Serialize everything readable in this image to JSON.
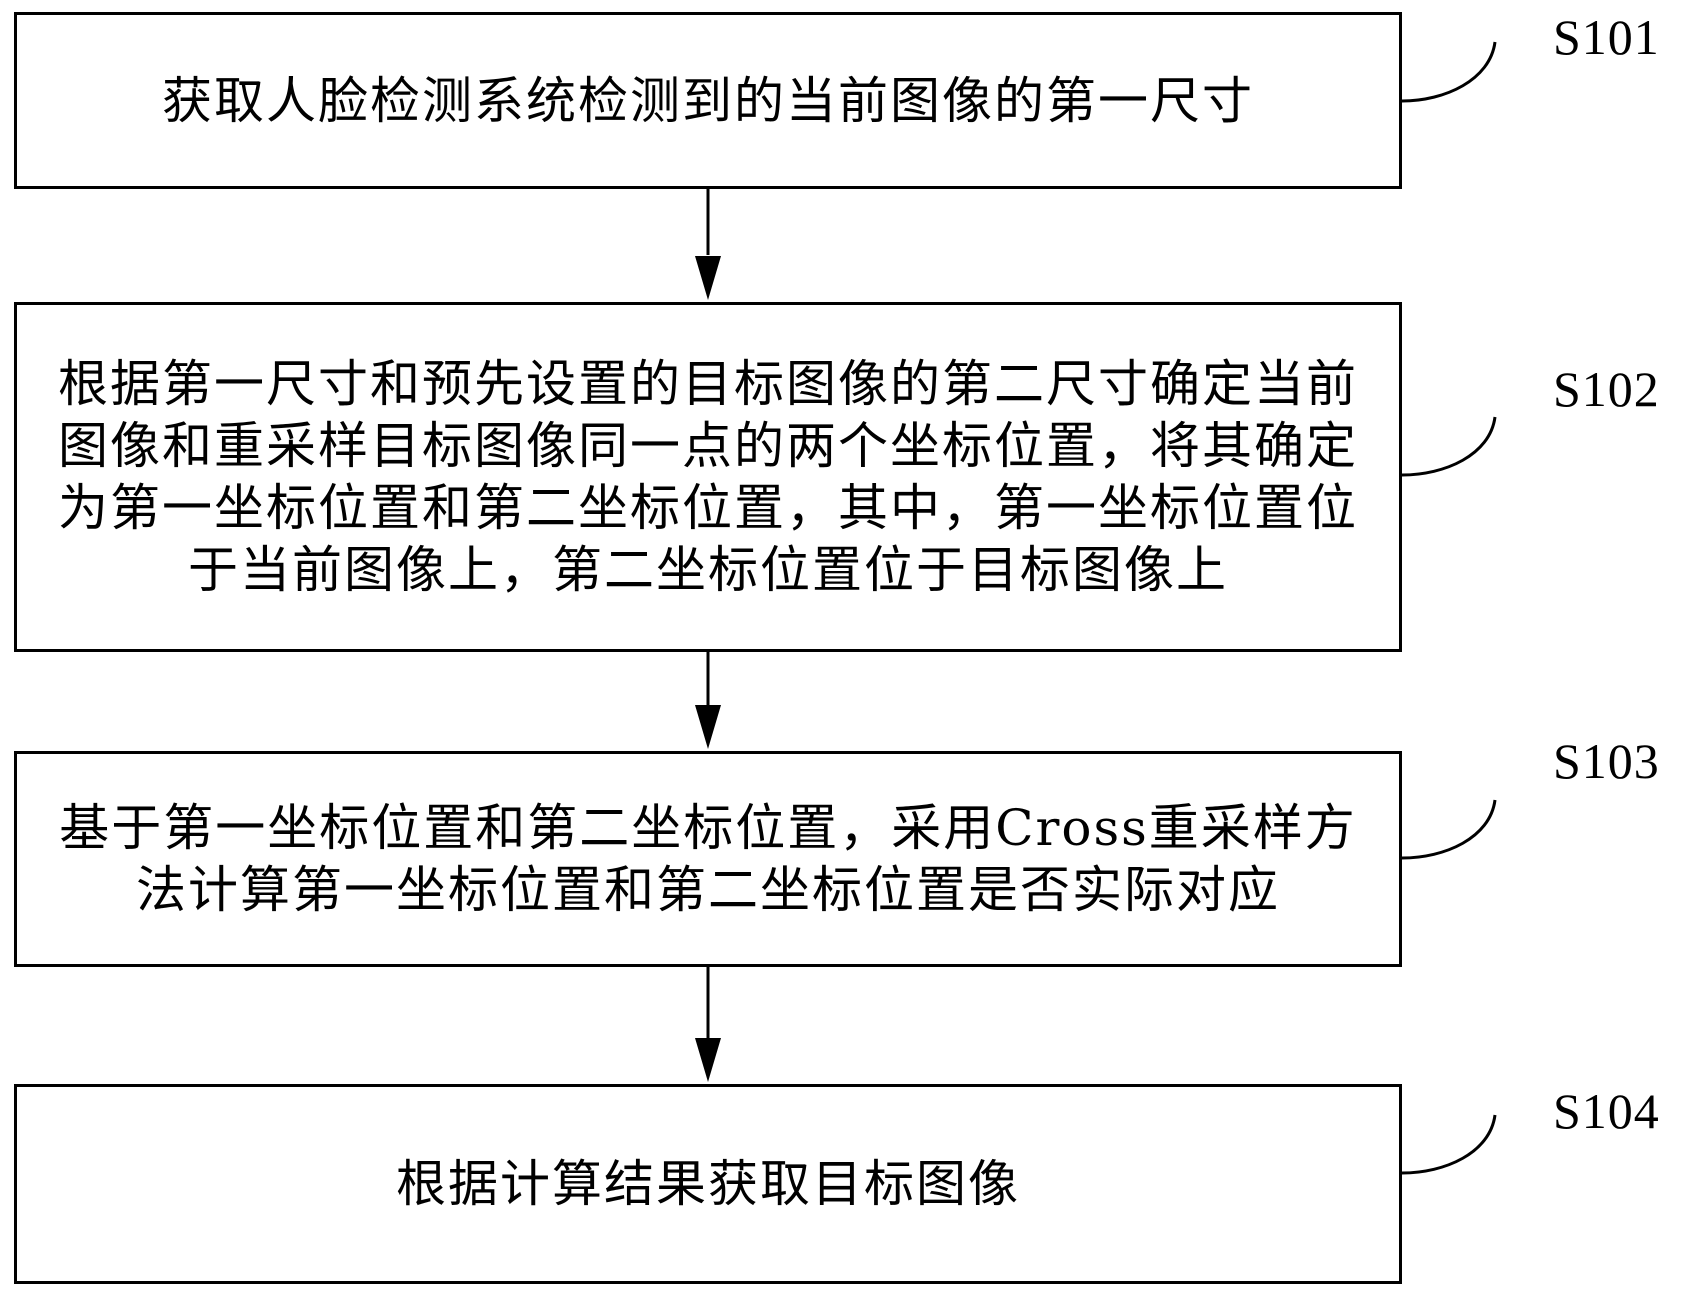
{
  "steps": [
    {
      "id": "S101",
      "text": "获取人脸检测系统检测到的当前图像的第一尺寸"
    },
    {
      "id": "S102",
      "text": "根据第一尺寸和预先设置的目标图像的第二尺寸确定当前图像和重采样目标图像同一点的两个坐标位置，将其确定为第一坐标位置和第二坐标位置，其中，第一坐标位置位于当前图像上，第二坐标位置位于目标图像上"
    },
    {
      "id": "S103",
      "text": "基于第一坐标位置和第二坐标位置，采用Cross重采样方法计算第一坐标位置和第二坐标位置是否实际对应"
    },
    {
      "id": "S104",
      "text": "根据计算结果获取目标图像"
    }
  ]
}
